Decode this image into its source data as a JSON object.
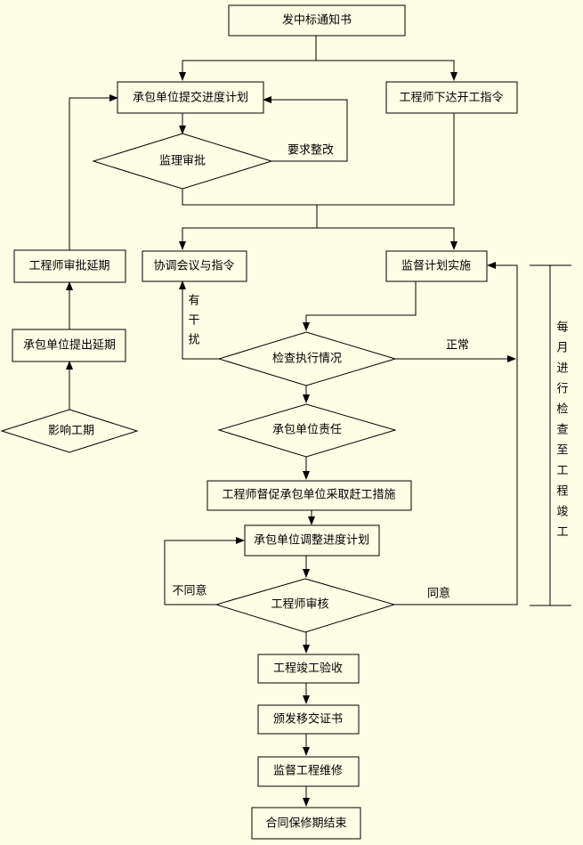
{
  "nodes": {
    "award_notice": "发中标通知书",
    "submit_schedule": "承包单位提交进度计划",
    "start_order": "工程师下达开工指令",
    "supervisor_review": "监理审批",
    "coordination": "协调会议与指令",
    "supervise_execution": "监督计划实施",
    "approve_extension": "工程师审批延期",
    "request_extension": "承包单位提出延期",
    "affect_schedule": "影响工期",
    "check_execution": "检查执行情况",
    "contractor_responsibility": "承包单位责任",
    "urge_measures": "工程师督促承包单位采取赶工措施",
    "adjust_schedule": "承包单位调整进度计划",
    "engineer_review": "工程师审核",
    "completion_acceptance": "工程竣工验收",
    "handover_certificate": "颁发移交证书",
    "supervise_maintenance": "监督工程维修",
    "warranty_end": "合同保修期结束"
  },
  "edge_labels": {
    "rectify": "要求整改",
    "interference": [
      "有",
      "干",
      "扰"
    ],
    "normal": "正常",
    "disagree": "不同意",
    "agree": "同意"
  },
  "side_note": [
    "每",
    "月",
    "进",
    "行",
    "检",
    "查",
    "至",
    "工",
    "程",
    "竣",
    "工"
  ]
}
